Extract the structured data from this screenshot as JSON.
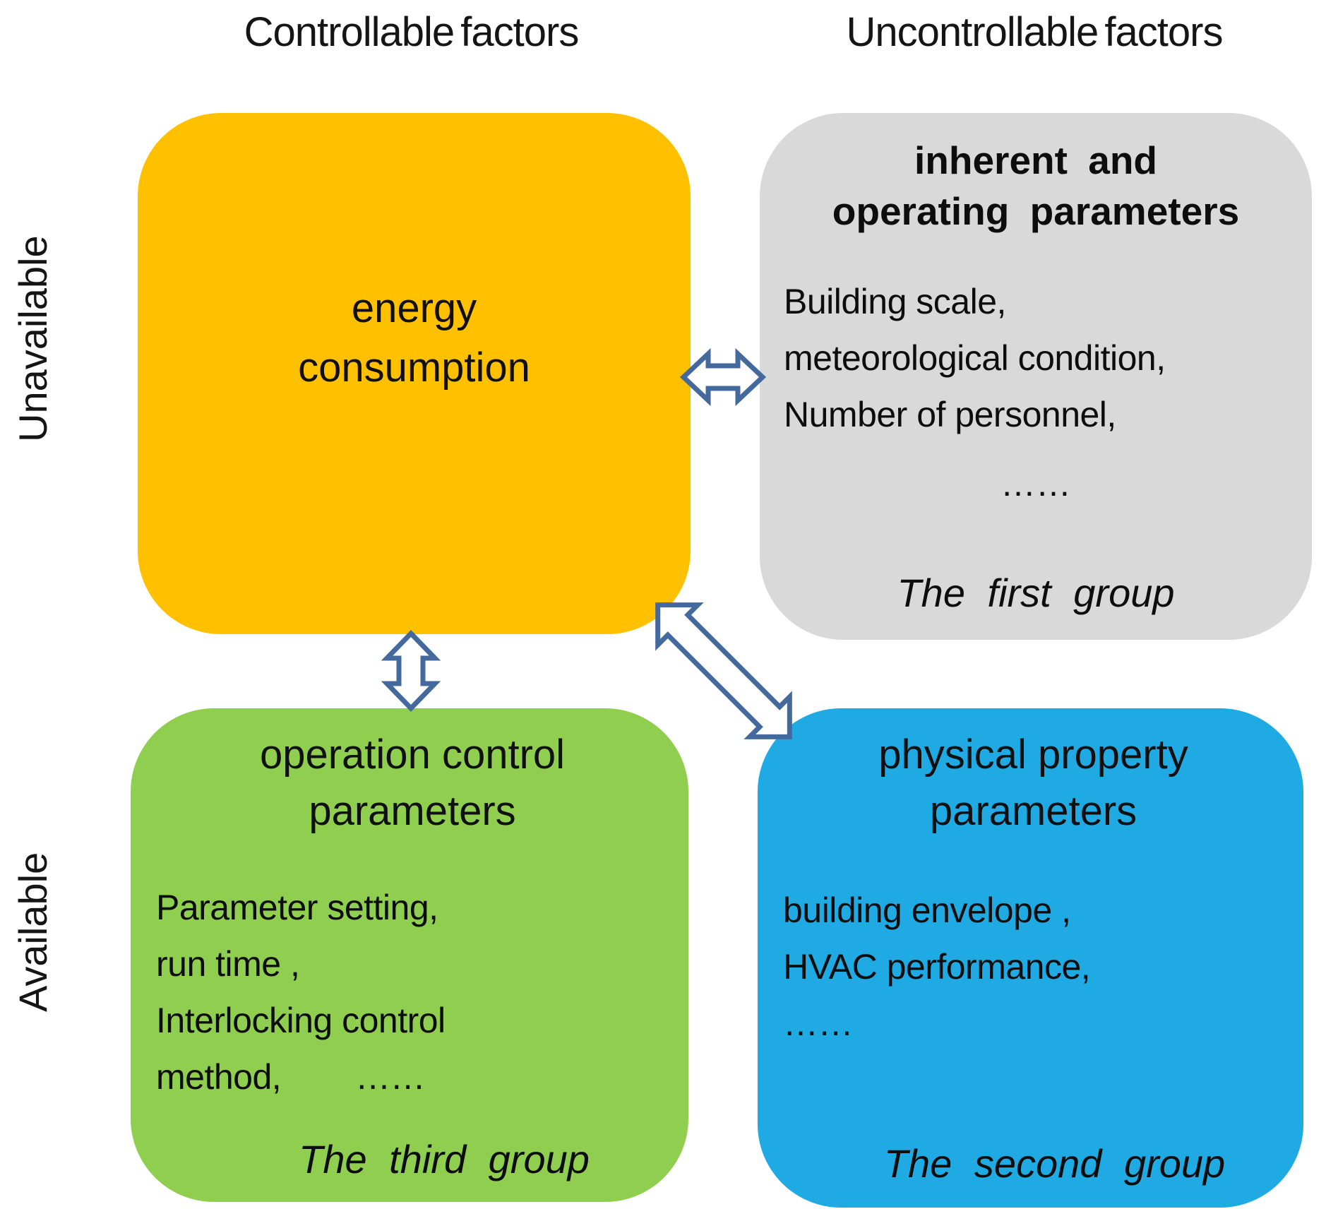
{
  "headers": {
    "left": "Controllable factors",
    "right": "Uncontrollable factors"
  },
  "side_labels": {
    "top": "Unavailable",
    "bottom": "Available"
  },
  "boxes": {
    "energy": {
      "title_line1": "energy",
      "title_line2": "consumption"
    },
    "inherent": {
      "title_line1": "inherent and",
      "title_line2": "operating parameters",
      "items": [
        "Building scale,",
        "meteorological condition,",
        "Number of personnel,"
      ],
      "ellipsis": "……",
      "footer": "The first group"
    },
    "operation": {
      "title_line1": "operation control",
      "title_line2": "parameters",
      "items": [
        "Parameter setting,",
        "run time ,",
        "Interlocking control"
      ],
      "last_line": "method,",
      "ellipsis": "……",
      "footer": "The third group"
    },
    "physical": {
      "title_line1": "physical property",
      "title_line2": "parameters",
      "items": [
        "building envelope ,",
        "HVAC performance,"
      ],
      "ellipsis": "……",
      "footer": "The second group"
    }
  },
  "icons": {
    "horizontal_arrow": "double-headed horizontal arrow",
    "vertical_arrow": "double-headed vertical arrow",
    "diagonal_arrow": "double-headed diagonal arrow"
  },
  "colors": {
    "energy": "#FFC000",
    "inherent": "#D9D9D9",
    "operation": "#8FCE4E",
    "physical": "#1FAAE3",
    "arrow_stroke": "#44699C"
  }
}
